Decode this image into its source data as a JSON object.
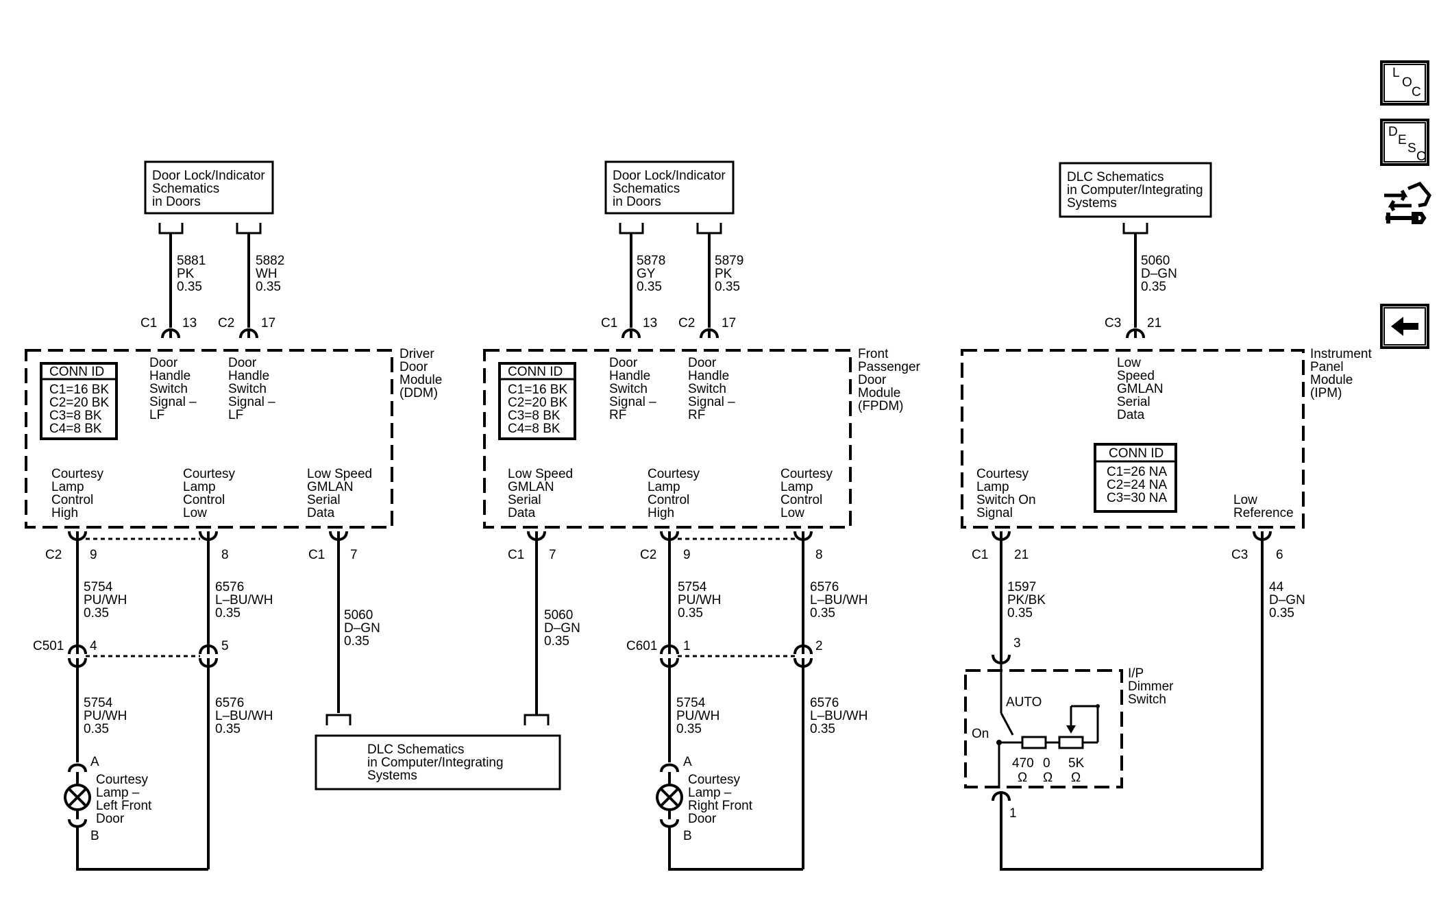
{
  "nav": {
    "loc": [
      "L",
      "O",
      "C"
    ],
    "desc": [
      "D",
      "E",
      "S",
      "C"
    ]
  },
  "refs": {
    "ddm_top": [
      "Door Lock/Indicator",
      "Schematics",
      "in Doors"
    ],
    "fpdm_top": [
      "Door Lock/Indicator",
      "Schematics",
      "in Doors"
    ],
    "ipm_top": [
      "DLC Schematics",
      "in Computer/Integrating",
      "Systems"
    ],
    "dlc_bottom": [
      "DLC Schematics",
      "in Computer/Integrating",
      "Systems"
    ]
  },
  "modules": {
    "ddm": {
      "name": [
        "Driver",
        "Door",
        "Module",
        "(DDM)"
      ],
      "conn_title": "CONN ID",
      "conn": [
        "C1=16 BK",
        "C2=20 BK",
        "C3=8 BK",
        "C4=8 BK"
      ],
      "sig1": [
        "Door",
        "Handle",
        "Switch",
        "Signal –",
        "LF"
      ],
      "sig2": [
        "Door",
        "Handle",
        "Switch",
        "Signal –",
        "LF"
      ],
      "b1": [
        "Courtesy",
        "Lamp",
        "Control",
        "High"
      ],
      "b2": [
        "Courtesy",
        "Lamp",
        "Control",
        "Low"
      ],
      "b3": [
        "Low Speed",
        "GMLAN",
        "Serial",
        "Data"
      ]
    },
    "fpdm": {
      "name": [
        "Front",
        "Passenger",
        "Door",
        "Module",
        "(FPDM)"
      ],
      "conn_title": "CONN ID",
      "conn": [
        "C1=16 BK",
        "C2=20 BK",
        "C3=8 BK",
        "C4=8 BK"
      ],
      "sig1": [
        "Door",
        "Handle",
        "Switch",
        "Signal –",
        "RF"
      ],
      "sig2": [
        "Door",
        "Handle",
        "Switch",
        "Signal –",
        "RF"
      ],
      "b1": [
        "Low Speed",
        "GMLAN",
        "Serial",
        "Data"
      ],
      "b2": [
        "Courtesy",
        "Lamp",
        "Control",
        "High"
      ],
      "b3": [
        "Courtesy",
        "Lamp",
        "Control",
        "Low"
      ]
    },
    "ipm": {
      "name": [
        "Instrument",
        "Panel",
        "Module",
        "(IPM)"
      ],
      "sig": [
        "Low",
        "Speed",
        "GMLAN",
        "Serial",
        "Data"
      ],
      "conn_title": "CONN ID",
      "conn": [
        "C1=26 NA",
        "C2=24 NA",
        "C3=30 NA"
      ],
      "b1": [
        "Courtesy",
        "Lamp",
        "Switch On",
        "Signal"
      ],
      "b2": [
        "Low",
        "Reference"
      ]
    }
  },
  "wires": {
    "w5881": [
      "5881",
      "PK",
      "0.35"
    ],
    "w5882": [
      "5882",
      "WH",
      "0.35"
    ],
    "w5878": [
      "5878",
      "GY",
      "0.35"
    ],
    "w5879": [
      "5879",
      "PK",
      "0.35"
    ],
    "w5060_top": [
      "5060",
      "D–GN",
      "0.35"
    ],
    "w5754_a": [
      "5754",
      "PU/WH",
      "0.35"
    ],
    "w6576_a": [
      "6576",
      "L–BU/WH",
      "0.35"
    ],
    "w5060_a": [
      "5060",
      "D–GN",
      "0.35"
    ],
    "w5754_b": [
      "5754",
      "PU/WH",
      "0.35"
    ],
    "w6576_b": [
      "6576",
      "L–BU/WH",
      "0.35"
    ],
    "w5060_b": [
      "5060",
      "D–GN",
      "0.35"
    ],
    "w5754_c": [
      "5754",
      "PU/WH",
      "0.35"
    ],
    "w6576_c": [
      "6576",
      "L–BU/WH",
      "0.35"
    ],
    "w5754_d": [
      "5754",
      "PU/WH",
      "0.35"
    ],
    "w6576_d": [
      "6576",
      "L–BU/WH",
      "0.35"
    ],
    "w1597": [
      "1597",
      "PK/BK",
      "0.35"
    ],
    "w44": [
      "44",
      "D–GN",
      "0.35"
    ]
  },
  "pins": {
    "ddm_top1": {
      "conn": "C1",
      "pin": "13"
    },
    "ddm_top2": {
      "conn": "C2",
      "pin": "17"
    },
    "fpdm_top1": {
      "conn": "C1",
      "pin": "13"
    },
    "fpdm_top2": {
      "conn": "C2",
      "pin": "17"
    },
    "ipm_top": {
      "conn": "C3",
      "pin": "21"
    },
    "ddm_b1": {
      "conn": "C2",
      "pin": "9"
    },
    "ddm_b2": {
      "pin": "8"
    },
    "ddm_b3": {
      "conn": "C1",
      "pin": "7"
    },
    "c501_a": {
      "conn": "C501",
      "pin": "4"
    },
    "c501_b": {
      "pin": "5"
    },
    "fpdm_b1": {
      "conn": "C1",
      "pin": "7"
    },
    "fpdm_b2": {
      "conn": "C2",
      "pin": "9"
    },
    "fpdm_b3": {
      "pin": "8"
    },
    "c601_a": {
      "conn": "C601",
      "pin": "1"
    },
    "c601_b": {
      "pin": "2"
    },
    "ipm_b1": {
      "conn": "C1",
      "pin": "21"
    },
    "ipm_b2": {
      "conn": "C3",
      "pin": "6"
    },
    "sw_top": {
      "pin": "3"
    },
    "sw_bot": {
      "pin": "1"
    }
  },
  "lamps": {
    "lf": {
      "label": [
        "Courtesy",
        "Lamp –",
        "Left Front",
        "Door"
      ],
      "a": "A",
      "b": "B"
    },
    "rf": {
      "label": [
        "Courtesy",
        "Lamp –",
        "Right Front",
        "Door"
      ],
      "a": "A",
      "b": "B"
    }
  },
  "dimmer": {
    "name": [
      "I/P",
      "Dimmer",
      "Switch"
    ],
    "auto": "AUTO",
    "on": "On",
    "r1": [
      "470",
      "Ω"
    ],
    "r2": [
      "0",
      "Ω"
    ],
    "r3": [
      "5K",
      "Ω"
    ]
  }
}
